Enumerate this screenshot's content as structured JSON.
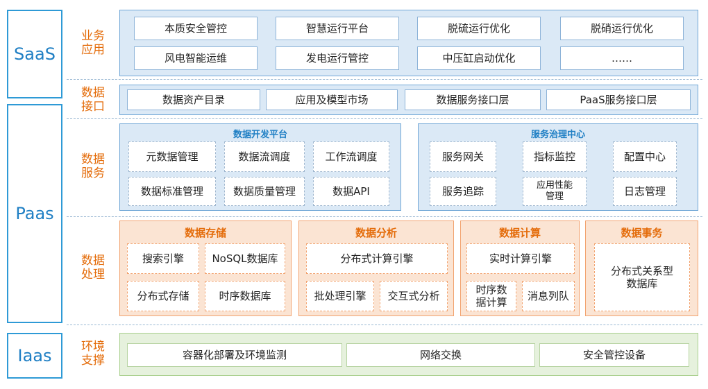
{
  "tiers": {
    "saas": "SaaS",
    "paas": "Paas",
    "iaas": "Iaas"
  },
  "layers": {
    "business": "业务\n应用",
    "interface": "数据\n接口",
    "service": "数据\n服务",
    "processing": "数据\n处理",
    "env": "环境\n支撑"
  },
  "business_apps": [
    "本质安全管控",
    "智慧运行平台",
    "脱硫运行优化",
    "脱硝运行优化",
    "风电智能运维",
    "发电运行管控",
    "中压缸启动优化",
    "……"
  ],
  "interfaces": [
    "数据资产目录",
    "应用及模型市场",
    "数据服务接口层",
    "PaaS服务接口层"
  ],
  "dev_platform": {
    "title": "数据开发平台",
    "items": [
      "元数据管理",
      "数据流调度",
      "工作流调度",
      "数据标准管理",
      "数据质量管理",
      "数据API"
    ]
  },
  "governance": {
    "title": "服务治理中心",
    "items": [
      "服务网关",
      "指标监控",
      "配置中心",
      "服务追踪",
      "应用性能\n管理",
      "日志管理"
    ]
  },
  "storage": {
    "title": "数据存储",
    "items": [
      "搜索引擎",
      "NoSQL数据库",
      "分布式存储",
      "时序数据库"
    ]
  },
  "analysis": {
    "title": "数据分析",
    "items": [
      "分布式计算引擎",
      "批处理引擎",
      "交互式分析"
    ]
  },
  "compute": {
    "title": "数据计算",
    "items": [
      "实时计算引擎",
      "时序数\n据计算",
      "消息列队"
    ]
  },
  "transaction": {
    "title": "数据事务",
    "items": [
      "分布式关系型\n数据库"
    ]
  },
  "env_items": [
    "容器化部署及环境监测",
    "网络交换",
    "安全管控设备"
  ],
  "colors": {
    "blue": "#2e9ad6",
    "orange": "#e46c0a",
    "green": "#a9d08e"
  }
}
